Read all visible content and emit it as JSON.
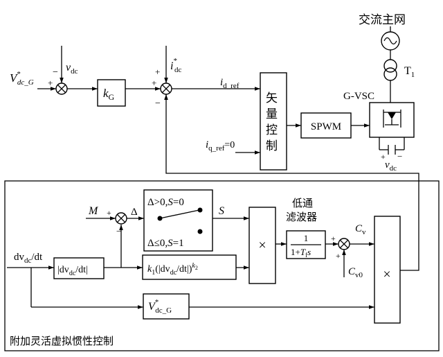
{
  "grid": {
    "name": "交流主网",
    "transformer": "T",
    "transformer_sub": "1",
    "converter": "G-VSC",
    "dc_voltage": {
      "base": "v",
      "sub": "dc"
    }
  },
  "outer_loop": {
    "ref": {
      "base": "V",
      "sup": "*",
      "sub": "dc_G"
    },
    "feedback": {
      "base": "v",
      "sub": "dc"
    },
    "gain": {
      "base": "k",
      "sub": "G"
    },
    "plus": "+",
    "minus": "−"
  },
  "inner_loop": {
    "idc_ref": {
      "base": "i",
      "sup": "*",
      "sub": "dc"
    },
    "id_ref": {
      "base": "i",
      "sub": "d_ref"
    },
    "iq_ref": {
      "base": "i",
      "sub": "q_ref",
      "tail": "=0"
    },
    "vector_control": [
      "矢",
      "量",
      "控",
      "制"
    ],
    "spwm": "SPWM"
  },
  "virtual_inertia": {
    "title": "附加灵活虚拟惯性控制",
    "M": "M",
    "delta": "Δ",
    "switch_top": {
      "a": "Δ>0,",
      "b": "S",
      "c": "=0"
    },
    "switch_bottom": {
      "a": "Δ≤0,",
      "b": "S",
      "c": "=1"
    },
    "S": "S",
    "derivative": {
      "a": "dv",
      "sub": "dc",
      "b": "/dt"
    },
    "abs_block": {
      "a": "|dv",
      "sub": "dc",
      "b": "/dt|"
    },
    "k_block": {
      "k": "k",
      "k_sub": "1",
      "mid": "(|dv",
      "sub": "dc",
      "tail": "/dt|)",
      "exp": "k",
      "exp_sub": "2"
    },
    "vref_block": {
      "base": "V",
      "sup": "*",
      "sub": "dc_G"
    },
    "lowpass_title": [
      "低通",
      "滤波器"
    ],
    "lowpass_num": "1",
    "lowpass_den": {
      "a": "1+",
      "b": "T",
      "sub": "f",
      "c": "s"
    },
    "cv": {
      "base": "C",
      "sub": "v"
    },
    "cv0": {
      "base": "C",
      "sub": "v0"
    },
    "mult": "×"
  }
}
